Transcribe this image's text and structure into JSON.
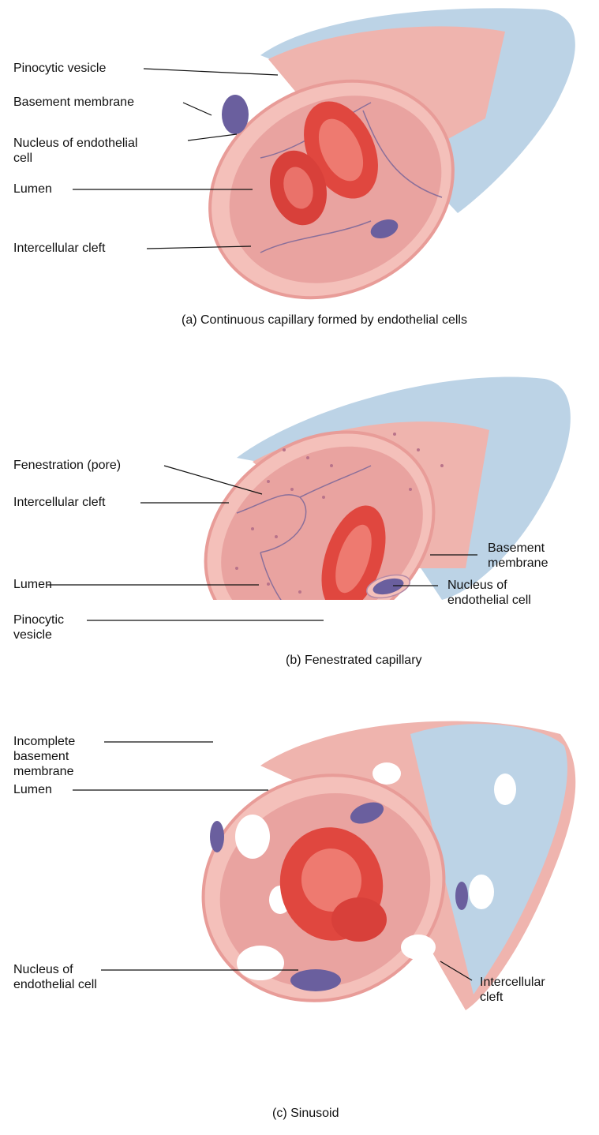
{
  "panel_a": {
    "labels": {
      "pinocytic_vesicle": "Pinocytic vesicle",
      "basement_membrane": "Basement membrane",
      "nucleus_line1": "Nucleus of endothelial",
      "nucleus_line2": "cell",
      "lumen": "Lumen",
      "intercellular_cleft": "Intercellular cleft"
    },
    "caption": "(a) Continuous capillary formed by endothelial cells"
  },
  "panel_b": {
    "labels": {
      "fenestration": "Fenestration (pore)",
      "intercellular_cleft": "Intercellular cleft",
      "lumen": "Lumen",
      "pinocytic_line1": "Pinocytic",
      "pinocytic_line2": "vesicle",
      "basement_line1": "Basement",
      "basement_line2": "membrane",
      "nucleus_line1": "Nucleus of",
      "nucleus_line2": "endothelial cell"
    },
    "caption": "(b) Fenestrated capillary"
  },
  "panel_c": {
    "labels": {
      "incomplete_line1": "Incomplete",
      "incomplete_line2": "basement",
      "incomplete_line3": "membrane",
      "lumen": "Lumen",
      "nucleus_line1": "Nucleus of",
      "nucleus_line2": "endothelial cell",
      "cleft_line1": "Intercellular",
      "cleft_line2": "cleft"
    },
    "caption": "(c) Sinusoid"
  },
  "colors": {
    "vessel_pink": "#f2b2ad",
    "lumen_pink": "#e9a3a0",
    "outer_blue": "#bcd3e6",
    "rbc_red": "#e0473f",
    "nucleus_purple": "#6a5f9e"
  }
}
